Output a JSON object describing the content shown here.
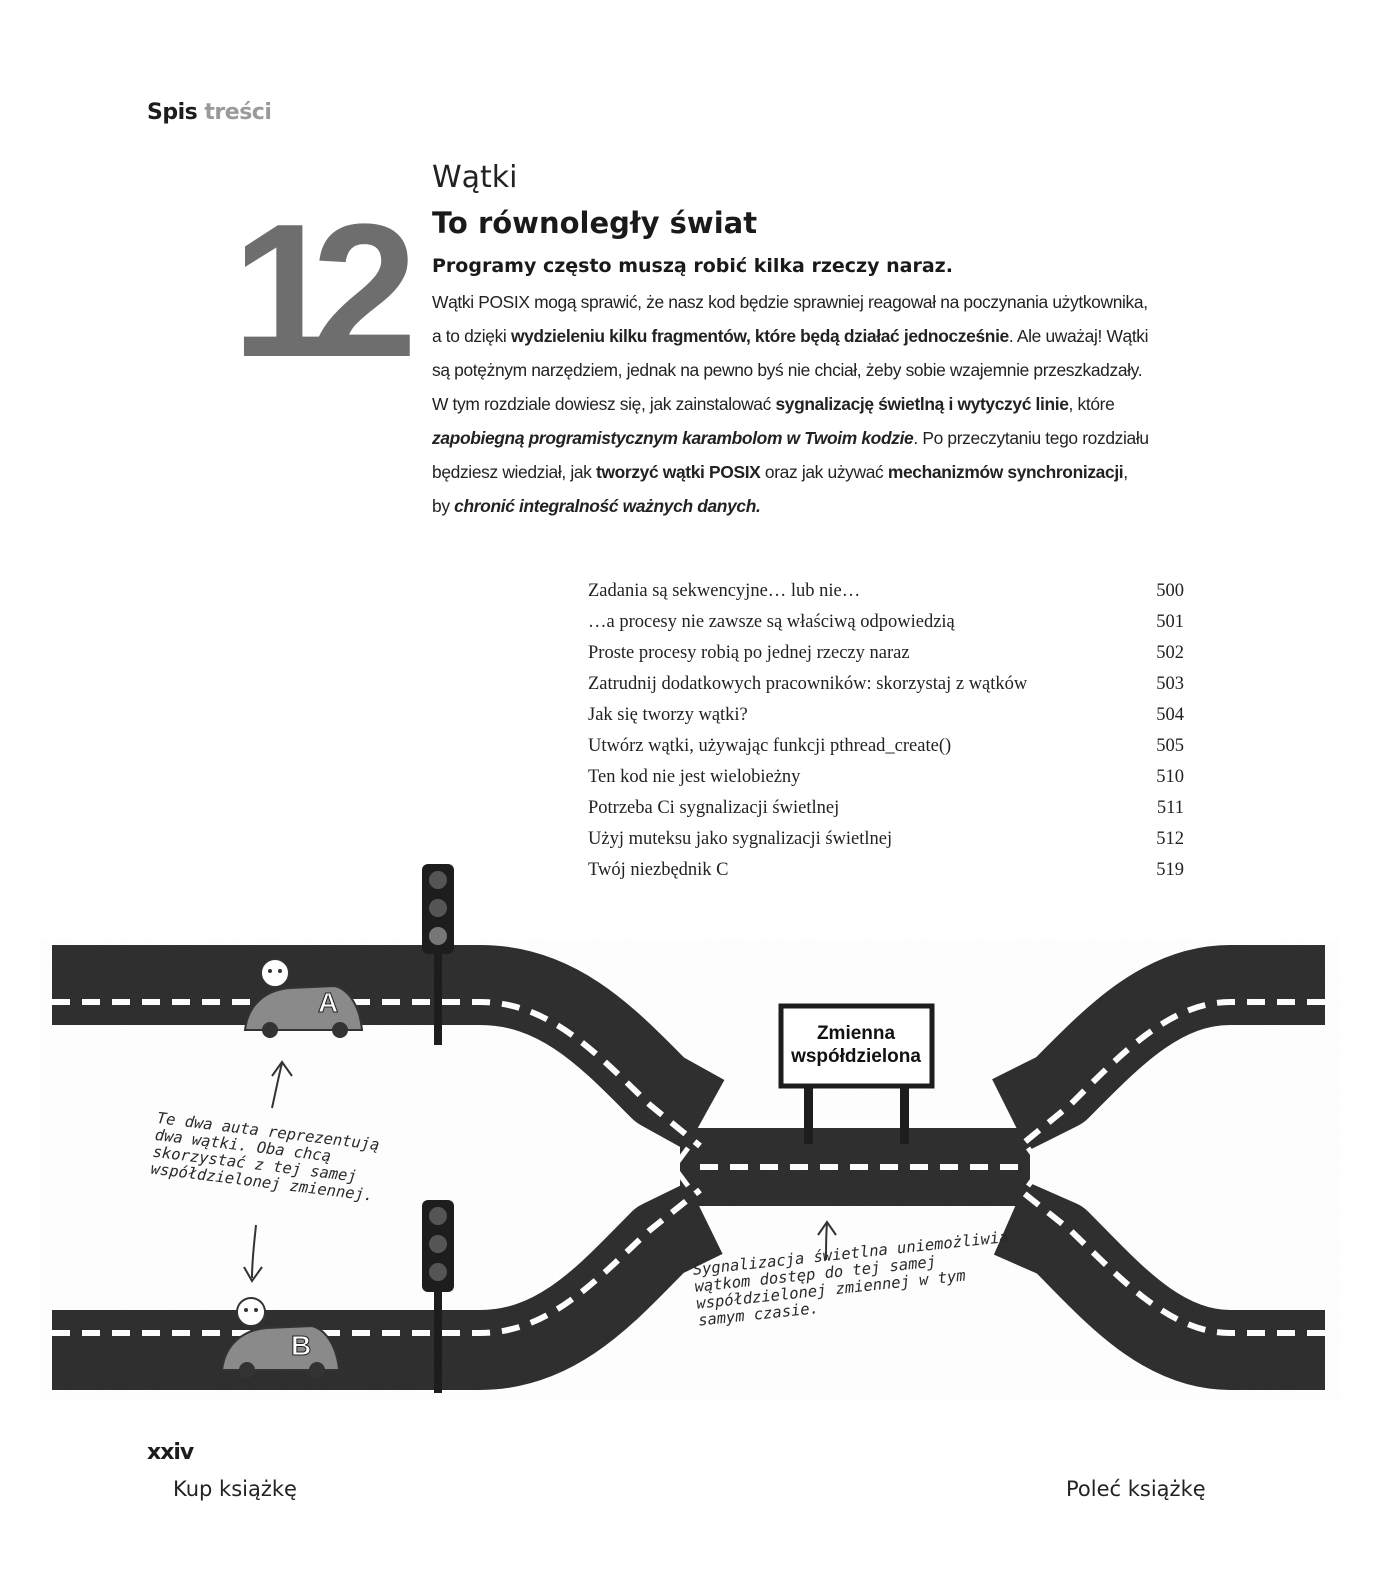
{
  "header": {
    "part1": "Spis",
    "part2": "treści"
  },
  "chapter": {
    "number": "12",
    "kicker": "Wątki",
    "title": "To równoległy świat",
    "lead": "Programy często muszą robić kilka rzeczy naraz.",
    "body": [
      [
        {
          "t": "Wątki POSIX mogą sprawić, że nasz kod będzie sprawniej reagował na poczynania użytkownika,",
          "s": "n"
        }
      ],
      [
        {
          "t": "a to dzięki ",
          "s": "n"
        },
        {
          "t": "wydzieleniu kilku fragmentów, które będą działać jednocześnie",
          "s": "b"
        },
        {
          "t": ". Ale uważaj! Wątki",
          "s": "n"
        }
      ],
      [
        {
          "t": "są potężnym narzędziem, jednak na pewno byś nie chciał, żeby sobie wzajemnie przeszkadzały.",
          "s": "n"
        }
      ],
      [
        {
          "t": "W tym rozdziale dowiesz się, jak zainstalować ",
          "s": "n"
        },
        {
          "t": "sygnalizację świetlną i wytyczyć linie",
          "s": "b"
        },
        {
          "t": ", które",
          "s": "n"
        }
      ],
      [
        {
          "t": "zapobiegną programistycznym karambolom w Twoim kodzie",
          "s": "bi"
        },
        {
          "t": ". Po przeczytaniu tego rozdziału",
          "s": "n"
        }
      ],
      [
        {
          "t": "będziesz wiedział, jak ",
          "s": "n"
        },
        {
          "t": "tworzyć wątki POSIX",
          "s": "b"
        },
        {
          "t": " oraz jak używać ",
          "s": "n"
        },
        {
          "t": "mechanizmów synchronizacji",
          "s": "b"
        },
        {
          "t": ",",
          "s": "n"
        }
      ],
      [
        {
          "t": "by ",
          "s": "n"
        },
        {
          "t": "chronić integralność ważnych danych.",
          "s": "bi"
        }
      ]
    ]
  },
  "toc": [
    {
      "title": "Zadania są sekwencyjne… lub nie…",
      "page": "500"
    },
    {
      "title": "…a procesy nie zawsze są właściwą odpowiedzią",
      "page": "501"
    },
    {
      "title": "Proste procesy robią po jednej rzeczy naraz",
      "page": "502"
    },
    {
      "title": "Zatrudnij dodatkowych pracowników: skorzystaj z wątków",
      "page": "503"
    },
    {
      "title": "Jak się tworzy wątki?",
      "page": "504"
    },
    {
      "title": "Utwórz wątki, używając funkcji pthread_create()",
      "page": "505"
    },
    {
      "title": "Ten kod nie jest wielobieżny",
      "page": "510"
    },
    {
      "title": "Potrzeba Ci sygnalizacji świetlnej",
      "page": "511"
    },
    {
      "title": "Użyj muteksu jako sygnalizacji świetlnej",
      "page": "512"
    },
    {
      "title": "Twój niezbędnik C",
      "page": "519"
    }
  ],
  "illustration": {
    "sign": [
      "Zmienna",
      "współdzielona"
    ],
    "car_a": "A",
    "car_b": "B",
    "note_cars": [
      "Te dwa auta reprezentują",
      "dwa wątki. Oba chcą",
      "skorzystać z tej samej",
      "współdzielonej zmiennej."
    ],
    "note_lights": [
      "Sygnalizacja świetlna uniemożliwia",
      "wątkom dostęp do tej samej",
      "współdzielonej zmiennej w tym",
      "samym czasie."
    ]
  },
  "footer": {
    "page_number": "xxiv",
    "left_link": "Kup książkę",
    "right_link": "Poleć książkę"
  },
  "colors": {
    "road": "#2b2b2b",
    "header_gray": "#9a9a9a",
    "chapter_number": "#6e6e6e",
    "car": "#8a8a8a"
  }
}
